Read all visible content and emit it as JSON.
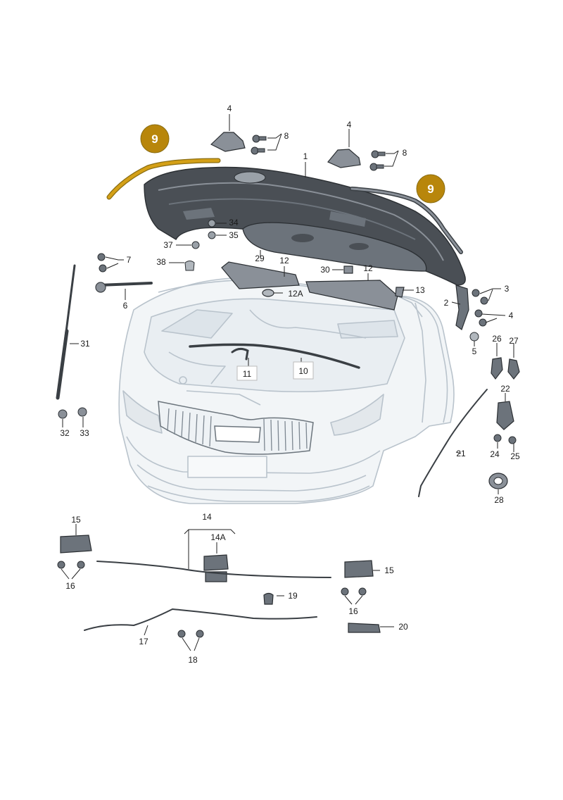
{
  "colors": {
    "callout_fill": "#b8860b",
    "highlight_seal": "#d4a017",
    "part_dark": "#4a4f55",
    "part_mid": "#8a9098",
    "part_light": "#c9cdd2",
    "car_outline": "#b9c3cc",
    "car_fill": "#edf1f4",
    "leader_line": "#222222"
  },
  "callouts": [
    {
      "id": "callout-left",
      "text": "9"
    },
    {
      "id": "callout-right",
      "text": "9"
    }
  ],
  "labels": {
    "l1": "1",
    "l2": "2",
    "l3": "3",
    "l4a": "4",
    "l4b": "4",
    "l4c": "4",
    "l5": "5",
    "l6": "6",
    "l7": "7",
    "l8a": "8",
    "l8b": "8",
    "l10": "10",
    "l11": "11",
    "l12a": "12",
    "l12b": "12",
    "l12A": "12A",
    "l13": "13",
    "l14": "14",
    "l14A": "14A",
    "l15a": "15",
    "l15b": "15",
    "l16a": "16",
    "l16b": "16",
    "l17": "17",
    "l18": "18",
    "l19": "19",
    "l20": "20",
    "l21": "21",
    "l22": "22",
    "l24": "24",
    "l25": "25",
    "l26": "26",
    "l27": "27",
    "l28": "28",
    "l29": "29",
    "l30": "30",
    "l31": "31",
    "l32": "32",
    "l33": "33",
    "l34": "34",
    "l35": "35",
    "l37": "37",
    "l38": "38"
  },
  "icons": [
    "bonnet-part",
    "hinge-part",
    "bolt-part",
    "seal-strip",
    "gas-strut",
    "lock-part",
    "cable-part",
    "grommet-part"
  ]
}
